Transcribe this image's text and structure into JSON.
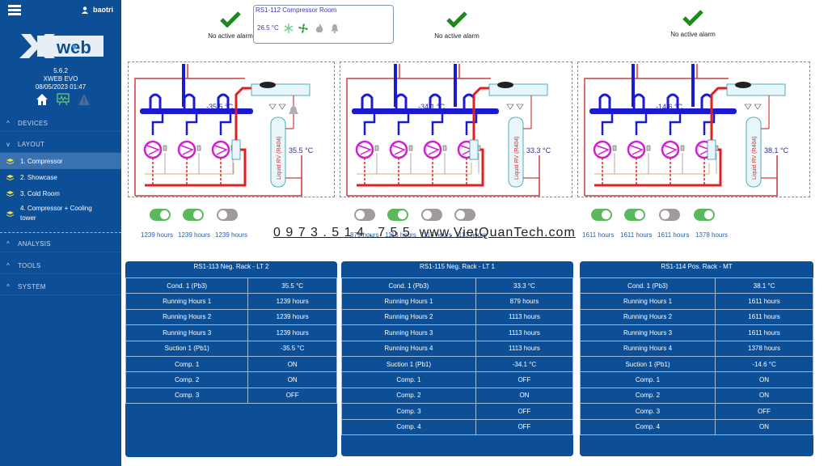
{
  "header": {
    "user": "baotri"
  },
  "sidebar": {
    "version": "5.6.2",
    "product": "XWEB EVO",
    "datetime": "08/05/2023 01:47",
    "sections": {
      "devices": "DEVICES",
      "layout": "LAYOUT",
      "analysis": "ANALYSIS",
      "tools": "TOOLS",
      "system": "SYSTEM"
    },
    "layout_items": [
      {
        "label": "1. Compressor",
        "active": true
      },
      {
        "label": "2. Showcase"
      },
      {
        "label": "3. Cold Room"
      },
      {
        "label": "4. Compressor + Cooling tower"
      }
    ]
  },
  "alarms": [
    {
      "text": "No active alarm"
    },
    {
      "text": "No active alarm"
    },
    {
      "text": "No active alarm"
    }
  ],
  "room_card": {
    "title": "RS1-112 Compressor Room",
    "temp": "26.5 °C"
  },
  "diagrams": [
    {
      "suction_temp": "-35.5 °C",
      "cond_temp": "35.5 °C",
      "receiver_label": "Liquid RV (R404)"
    },
    {
      "suction_temp": "-34.1 °C",
      "cond_temp": "33.3 °C",
      "receiver_label": "Liquid RV (R404)"
    },
    {
      "suction_temp": "-14.6 °C",
      "cond_temp": "38.1 °C",
      "receiver_label": "Liquid RV (R404)"
    }
  ],
  "toggles": [
    [
      {
        "on": true,
        "hours": "1239 hours"
      },
      {
        "on": true,
        "hours": "1239 hours"
      },
      {
        "on": false,
        "hours": "1239 hours"
      }
    ],
    [
      {
        "on": false,
        "hours": "879 hours"
      },
      {
        "on": true,
        "hours": "1113 hours"
      },
      {
        "on": false,
        "hours": "1113 hours"
      },
      {
        "on": false,
        "hours": "1113 hours"
      }
    ],
    [
      {
        "on": true,
        "hours": "1611 hours"
      },
      {
        "on": true,
        "hours": "1611 hours"
      },
      {
        "on": false,
        "hours": "1611 hours"
      },
      {
        "on": true,
        "hours": "1378 hours"
      }
    ]
  ],
  "watermark": "0 9 7 3 . 5 1 4 . 7 5 5  www.VietQuanTech.com",
  "panels": [
    {
      "title": "RS1-113 Neg. Rack - LT 2",
      "rows": [
        [
          "Cond. 1 (Pb3)",
          "35.5 °C"
        ],
        [
          "Running Hours 1",
          "1239 hours"
        ],
        [
          "Running Hours 2",
          "1239 hours"
        ],
        [
          "Running Hours 3",
          "1239 hours"
        ],
        [
          "Suction 1 (Pb1)",
          "-35.5 °C"
        ],
        [
          "Comp. 1",
          "ON"
        ],
        [
          "Comp. 2",
          "ON"
        ],
        [
          "Comp. 3",
          "OFF"
        ]
      ]
    },
    {
      "title": "RS1-115 Neg. Rack - LT 1",
      "rows": [
        [
          "Cond. 1 (Pb3)",
          "33.3 °C"
        ],
        [
          "Running Hours 1",
          "879 hours"
        ],
        [
          "Running Hours 2",
          "1113 hours"
        ],
        [
          "Running Hours 3",
          "1113 hours"
        ],
        [
          "Running Hours 4",
          "1113 hours"
        ],
        [
          "Suction 1 (Pb1)",
          "-34.1 °C"
        ],
        [
          "Comp. 1",
          "OFF"
        ],
        [
          "Comp. 2",
          "ON"
        ],
        [
          "Comp. 3",
          "OFF"
        ],
        [
          "Comp. 4",
          "OFF"
        ]
      ]
    },
    {
      "title": "RS1-114 Pos. Rack - MT",
      "rows": [
        [
          "Cond. 1 (Pb3)",
          "38.1 °C"
        ],
        [
          "Running Hours 1",
          "1611 hours"
        ],
        [
          "Running Hours 2",
          "1611 hours"
        ],
        [
          "Running Hours 3",
          "1611 hours"
        ],
        [
          "Running Hours 4",
          "1378 hours"
        ],
        [
          "Suction 1 (Pb1)",
          "-14.6 °C"
        ],
        [
          "Comp. 1",
          "ON"
        ],
        [
          "Comp. 2",
          "ON"
        ],
        [
          "Comp. 3",
          "OFF"
        ],
        [
          "Comp. 4",
          "ON"
        ]
      ]
    }
  ],
  "colors": {
    "brand": "#0d4f96",
    "on": "#5cb85c",
    "off": "#a09a9a",
    "ok": "#1e8a1e"
  }
}
